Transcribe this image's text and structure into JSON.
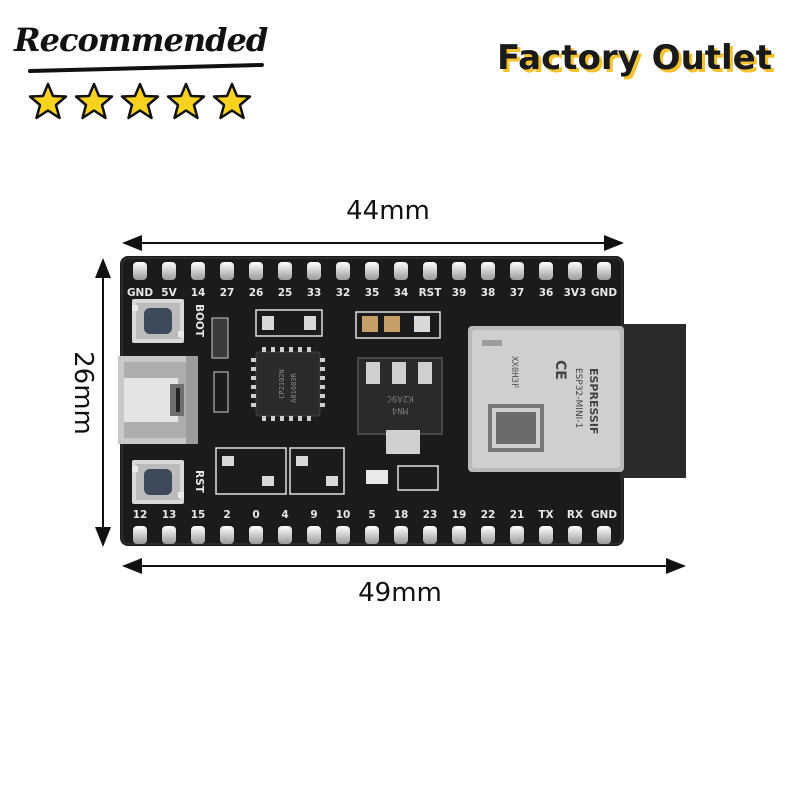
{
  "badge": {
    "text": "Recommended",
    "stars": 5,
    "star_color": "#f7d21e"
  },
  "brand": {
    "text": "Factory Outlet",
    "shadow_color": "#f2c230"
  },
  "dimensions": {
    "top_width": "44mm",
    "bottom_width": "49mm",
    "height": "26mm"
  },
  "board": {
    "pcb_color": "#1b1b1d",
    "top_pins": [
      "GND",
      "5V",
      "14",
      "27",
      "26",
      "25",
      "33",
      "32",
      "35",
      "34",
      "RST",
      "39",
      "38",
      "37",
      "36",
      "3V3",
      "GND"
    ],
    "bottom_pins": [
      "12",
      "13",
      "15",
      "2",
      "0",
      "4",
      "9",
      "10",
      "5",
      "18",
      "23",
      "19",
      "22",
      "21",
      "TX",
      "RX",
      "GND"
    ],
    "button_labels": [
      "BOOT",
      "RST"
    ],
    "module": {
      "brand": "ESPRESSIF",
      "model": "ESP32-MINI-1",
      "code": "XX0H3F"
    },
    "chip_text": [
      "CP2102N",
      "A01603R"
    ],
    "regulator_text": [
      "K2A9C",
      "MN4"
    ]
  }
}
